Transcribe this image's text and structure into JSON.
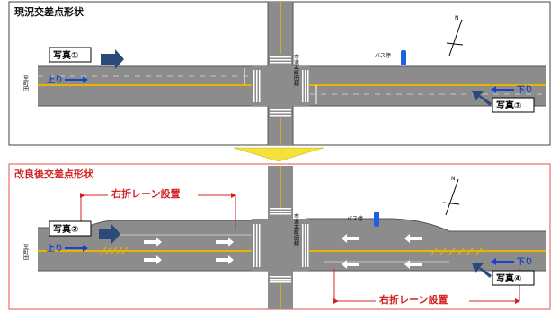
{
  "current_panel": {
    "title": "現況交差点形状",
    "photo1": "写真①",
    "photo3": "写真③",
    "up_label": "上り",
    "down_label": "下り",
    "bus_stop": "バス停",
    "road_name_vertical": "市道本町田線",
    "left_vertical": "至町田"
  },
  "improved_panel": {
    "title": "改良後交差点形状",
    "lane_label_top": "右折レーン設置",
    "lane_label_bottom": "右折レーン設置",
    "photo2": "写真②",
    "photo4": "写真④",
    "up_label": "上り",
    "down_label": "下り",
    "bus_stop": "バス停",
    "road_name_vertical": "市道本町田線",
    "left_vertical": "至町田"
  },
  "compass_letter": "N",
  "colors": {
    "road": "#8c8c8c",
    "center_line": "#e8b400",
    "frame_top": "#444444",
    "frame_bottom": "#e05050",
    "accent_red": "#d32222",
    "direction_blue": "#1a44c8",
    "photo_arrow": "#2b4a7a",
    "transition_arrow": "#f2e23a"
  }
}
